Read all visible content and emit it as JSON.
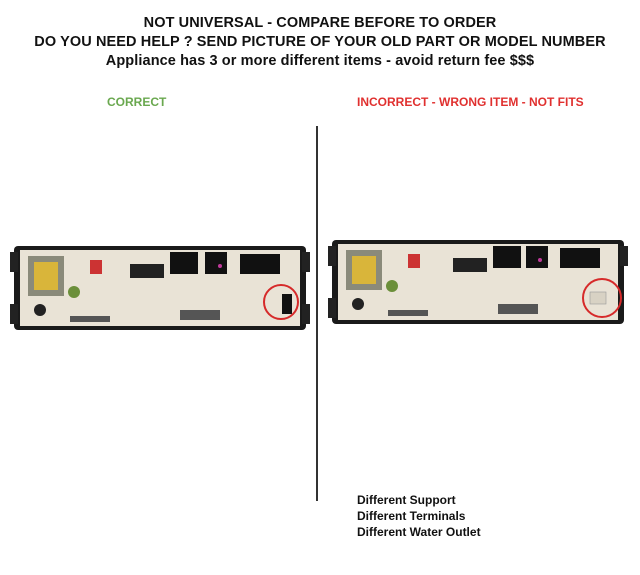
{
  "header": {
    "lines": [
      "NOT UNIVERSAL - COMPARE BEFORE TO ORDER",
      "DO YOU NEED HELP ? SEND PICTURE OF YOUR OLD PART OR MODEL NUMBER",
      "Appliance has 3 or more different items  - avoid return fee $$$"
    ]
  },
  "labels": {
    "correct": "CORRECT",
    "incorrect": "INCORRECT - WRONG ITEM - NOT FITS"
  },
  "colors": {
    "correct": "#6aa84f",
    "incorrect": "#e0302f",
    "circle": "#d62a2a",
    "board": "#e9e3d6",
    "frame": "#1a1a1a"
  },
  "notes": [
    "Different Support",
    "Different Terminals",
    "Different Water Outlet"
  ]
}
